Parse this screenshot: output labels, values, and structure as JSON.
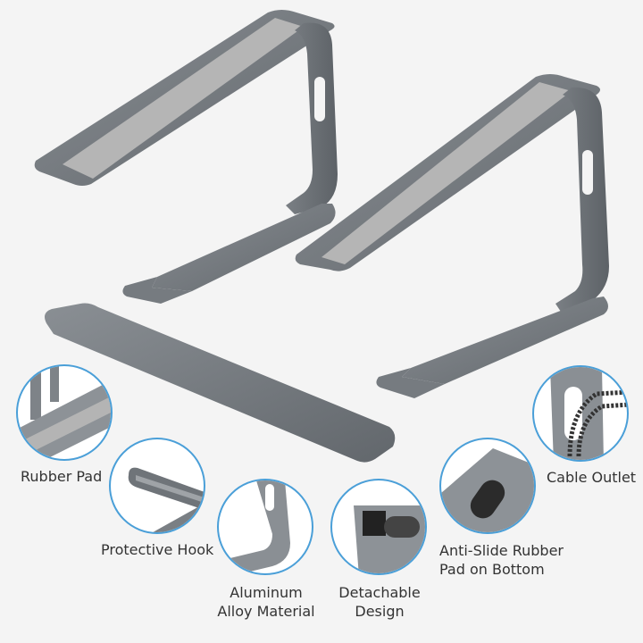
{
  "colors": {
    "background": "#f4f4f4",
    "circle_border": "#4a9fd8",
    "metal_dark": "#6e7378",
    "metal_mid": "#80858a",
    "rubber_pad": "#b4b4b4",
    "text": "#333333"
  },
  "product": {
    "parts": [
      "stand-half-left",
      "stand-half-right",
      "crossbar"
    ]
  },
  "features": [
    {
      "id": "rubber-pad",
      "label": "Rubber Pad"
    },
    {
      "id": "protective-hook",
      "label": "Protective Hook"
    },
    {
      "id": "aluminum",
      "line1": "Aluminum",
      "line2": "Alloy Material"
    },
    {
      "id": "detachable",
      "line1": "Detachable",
      "line2": "Design"
    },
    {
      "id": "anti-slide",
      "line1": "Anti-Slide Rubber",
      "line2": "Pad on Bottom"
    },
    {
      "id": "cable-outlet",
      "label": "Cable Outlet"
    }
  ]
}
